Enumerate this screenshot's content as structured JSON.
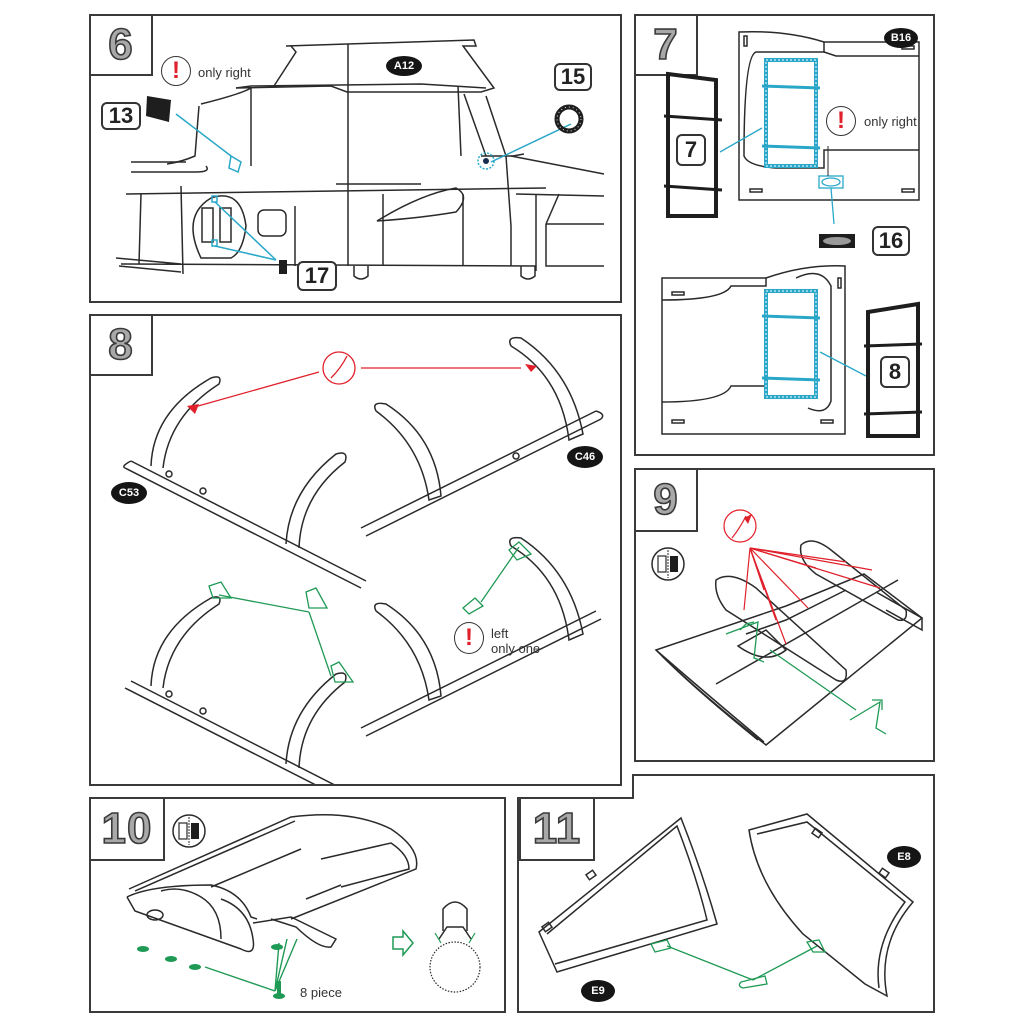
{
  "document": {
    "type": "model kit assembly instructions",
    "colors": {
      "outline": "#2a2a2a",
      "photoetch_blue": "#2aa7c8",
      "glue_red": "#e0202a",
      "part_green": "#1f9a55",
      "step_number_fill": "#a8a8a8"
    }
  },
  "steps": [
    {
      "number": "6",
      "warning_icon": "exclamation-icon",
      "warning_text": "only right",
      "part_badge": "A12",
      "part_numbers": [
        "13",
        "15",
        "17"
      ]
    },
    {
      "number": "7",
      "part_badge": "B16",
      "warning_icon": "exclamation-icon",
      "warning_text": "only right",
      "part_numbers": [
        "7",
        "16",
        "8"
      ]
    },
    {
      "number": "8",
      "glue_icon": "glue-brush-icon",
      "part_badges": [
        "C53",
        "C46"
      ],
      "warning_icon": "exclamation-icon",
      "warning_text_line1": "left",
      "warning_text_line2": "only one"
    },
    {
      "number": "9",
      "glue_icon": "glue-brush-icon",
      "symmetry_icon": "half-filled-square-icon"
    },
    {
      "number": "10",
      "symmetry_icon": "half-filled-square-icon",
      "quantity_text": "8 piece",
      "arrow_icon": "outline-arrow-right-icon"
    },
    {
      "number": "11",
      "part_badges": [
        "E9",
        "E8"
      ]
    }
  ],
  "marks": {
    "exclamation": "!"
  }
}
